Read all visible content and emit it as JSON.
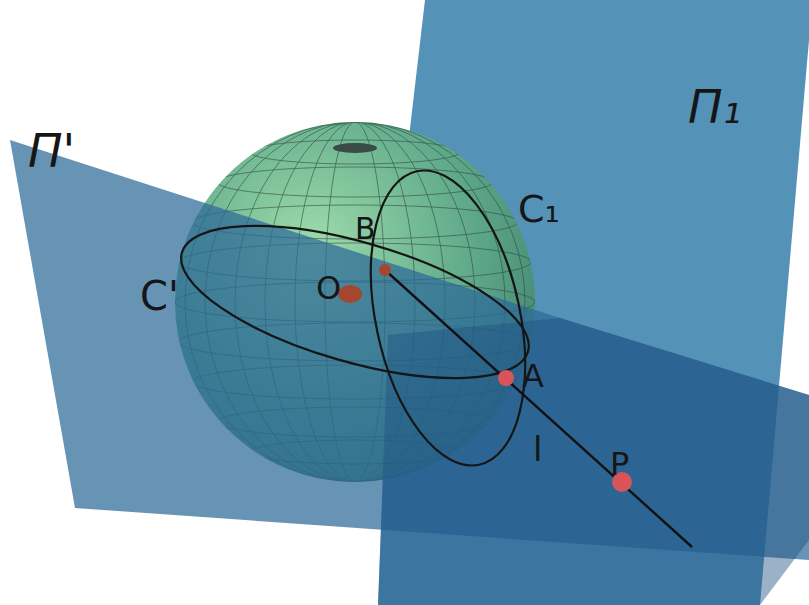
{
  "diagram": {
    "labels": [
      "Π'",
      "Π₁",
      "C'",
      "O",
      "B",
      "C₁",
      "A",
      "l",
      "P"
    ]
  }
}
